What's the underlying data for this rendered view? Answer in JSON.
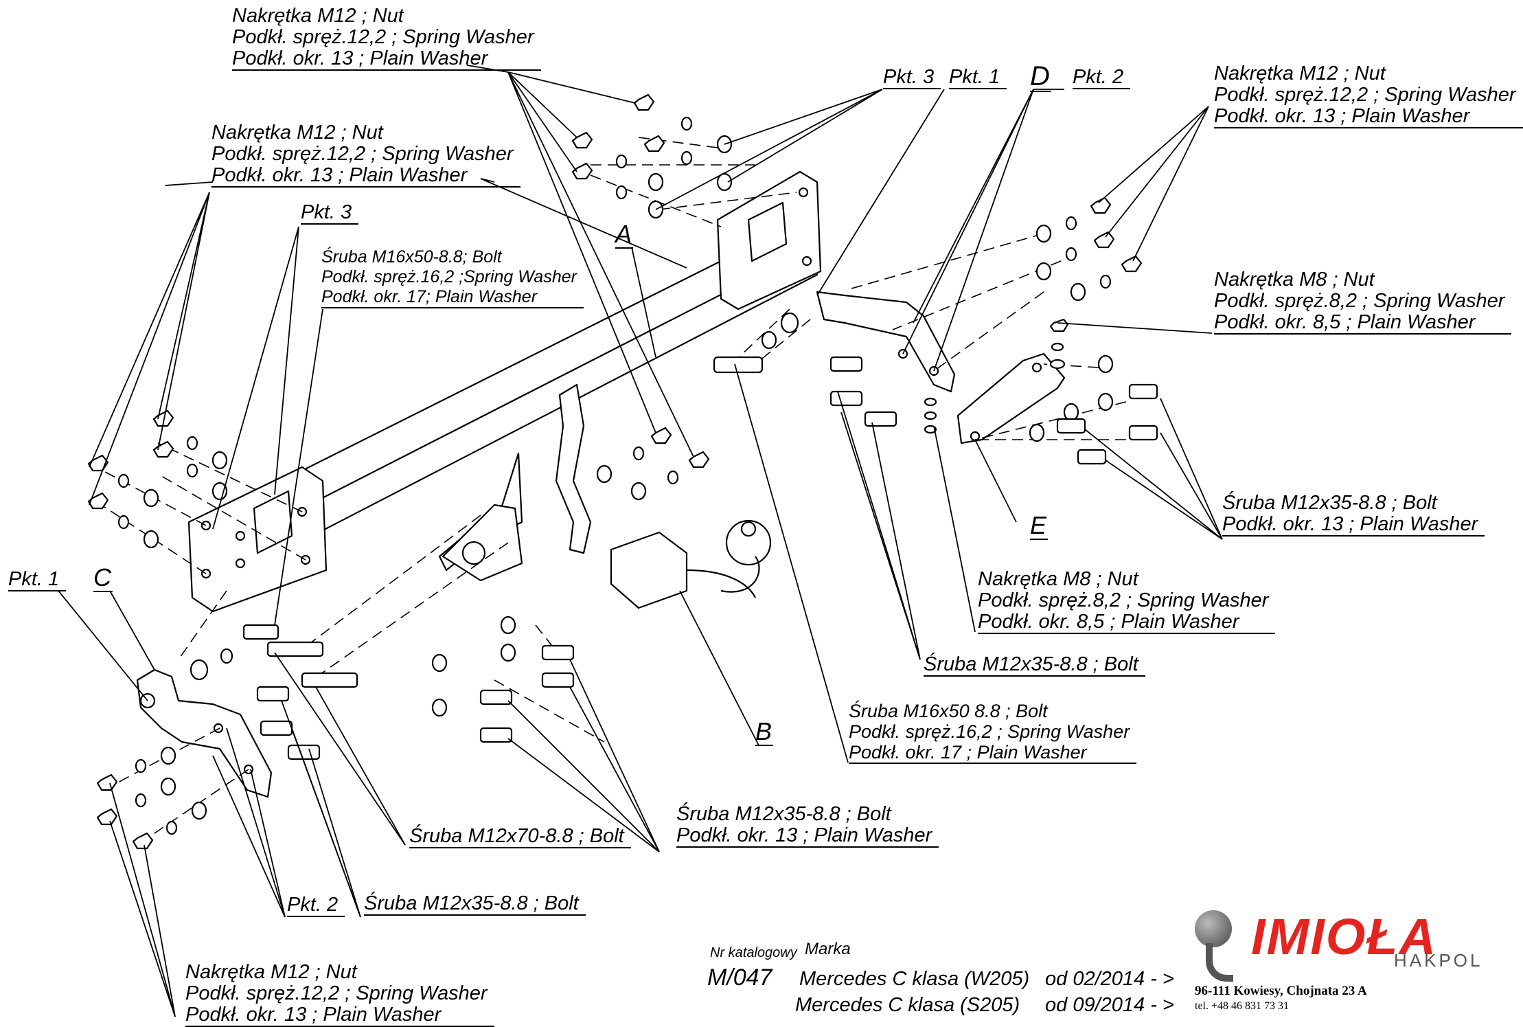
{
  "labels": {
    "top_left_nut": [
      "Nakrętka  M12 ; Nut",
      "Podkł. spręż.12,2 ; Spring Washer",
      "Podkł. okr. 13 ; Plain Washer"
    ],
    "left_nut": [
      "Nakrętka  M12 ; Nut",
      "Podkł. spręż.12,2 ; Spring Washer",
      "Podkł. okr. 13 ; Plain Washer"
    ],
    "right_nut": [
      "Nakrętka  M12 ; Nut",
      "Podkł. spręż.12,2 ; Spring Washer",
      "Podkł. okr. 13 ; Plain Washer"
    ],
    "bottom_nut": [
      "Nakrętka  M12 ; Nut",
      "Podkł. spręż.12,2 ; Spring Washer",
      "Podkł. okr. 13 ; Plain Washer"
    ],
    "bolt_m16_left": [
      "Śruba M16x50-8.8; Bolt",
      "Podkł. spręż.16,2 ;Spring Washer",
      "Podkł. okr. 17; Plain Washer"
    ],
    "bolt_m16_right": [
      "Śruba M16x50 8.8 ;  Bolt",
      "Podkł. spręż.16,2 ; Spring Washer",
      "Podkł. okr. 17 ; Plain Washer"
    ],
    "nut_m8_right": [
      "Nakrętka  M8 ; Nut",
      "Podkł. spręż.8,2 ; Spring Washer",
      "Podkł. okr. 8,5 ; Plain Washer"
    ],
    "nut_m8_mid": [
      "Nakrętka  M8 ; Nut",
      "Podkł. spręż.8,2 ; Spring Washer",
      "Podkł. okr. 8,5 ; Plain Washer"
    ],
    "bolt_m12x35_right": [
      "Śruba M12x35-8.8 ;  Bolt",
      "Podkł. okr. 13 ; Plain Washer"
    ],
    "bolt_m12x35_mid": "Śruba M12x35-8.8 ;  Bolt",
    "bolt_m12x35_bottom": [
      "Śruba M12x35-8.8 ;  Bolt",
      "Podkł. okr. 13 ; Plain Washer"
    ],
    "bolt_m12x35_left": "Śruba M12x35-8.8 ;  Bolt",
    "bolt_m12x70": "Śruba M12x70-8.8 ;  Bolt",
    "pkt1": "Pkt. 1",
    "pkt2": "Pkt. 2",
    "pkt3": "Pkt. 3",
    "part_A": "A",
    "part_B": "B",
    "part_C": "C",
    "part_D": "D",
    "part_E": "E"
  },
  "catalog": {
    "nr_label": "Nr katalogowy",
    "marka_label": "Marka",
    "number": "M/047",
    "models": [
      "Mercedes C klasa (W205)",
      "Mercedes C klasa (S205)"
    ],
    "dates": [
      "od 02/2014  - >",
      "od 09/2014  - >"
    ]
  },
  "company": {
    "logo_text": "IMIOŁA",
    "logo_sub": "HAKPOL",
    "address": "96-111 Kowiesy, Chojnata 23 A",
    "phone": "tel. +48 46 831 73 31",
    "brand_color": "#e4241f"
  }
}
